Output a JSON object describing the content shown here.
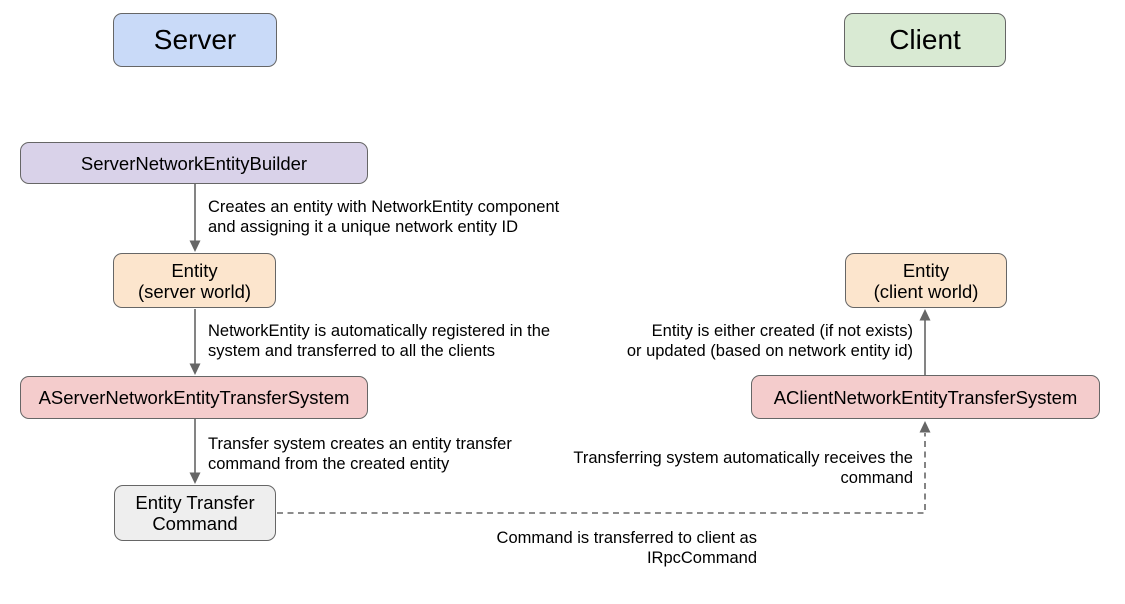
{
  "diagram": {
    "title_boxes": {
      "server": "Server",
      "client": "Client"
    },
    "nodes": {
      "builder": "ServerNetworkEntityBuilder",
      "entity_server": "Entity\n(server world)",
      "server_transfer_system": "AServerNetworkEntityTransferSystem",
      "entity_transfer_command": "Entity Transfer\nCommand",
      "entity_client": "Entity\n(client world)",
      "client_transfer_system": "AClientNetworkEntityTransferSystem"
    },
    "edge_labels": {
      "creates_entity": "Creates an entity with NetworkEntity component\nand assigning it a unique network entity ID",
      "auto_registered": "NetworkEntity is automatically registered in the\nsystem and transferred to all the clients",
      "creates_command": "Transfer system creates an entity transfer\ncommand from the created entity",
      "command_transferred": "Command is transferred to client as\nIRpcCommand",
      "receives_command": "Transferring system automatically receives the\ncommand",
      "entity_created_or_updated": "Entity is either created (if not exists)\nor updated (based on network entity id)"
    },
    "colors": {
      "server_fill": "#c9daf8",
      "client_fill": "#d9ead3",
      "builder_fill": "#d9d2e9",
      "entity_fill": "#fce5cd",
      "transfer_system_fill": "#f4cccc",
      "command_fill": "#eeeeee",
      "box_border": "#666666",
      "arrow": "#666666",
      "text": "#000000"
    }
  }
}
